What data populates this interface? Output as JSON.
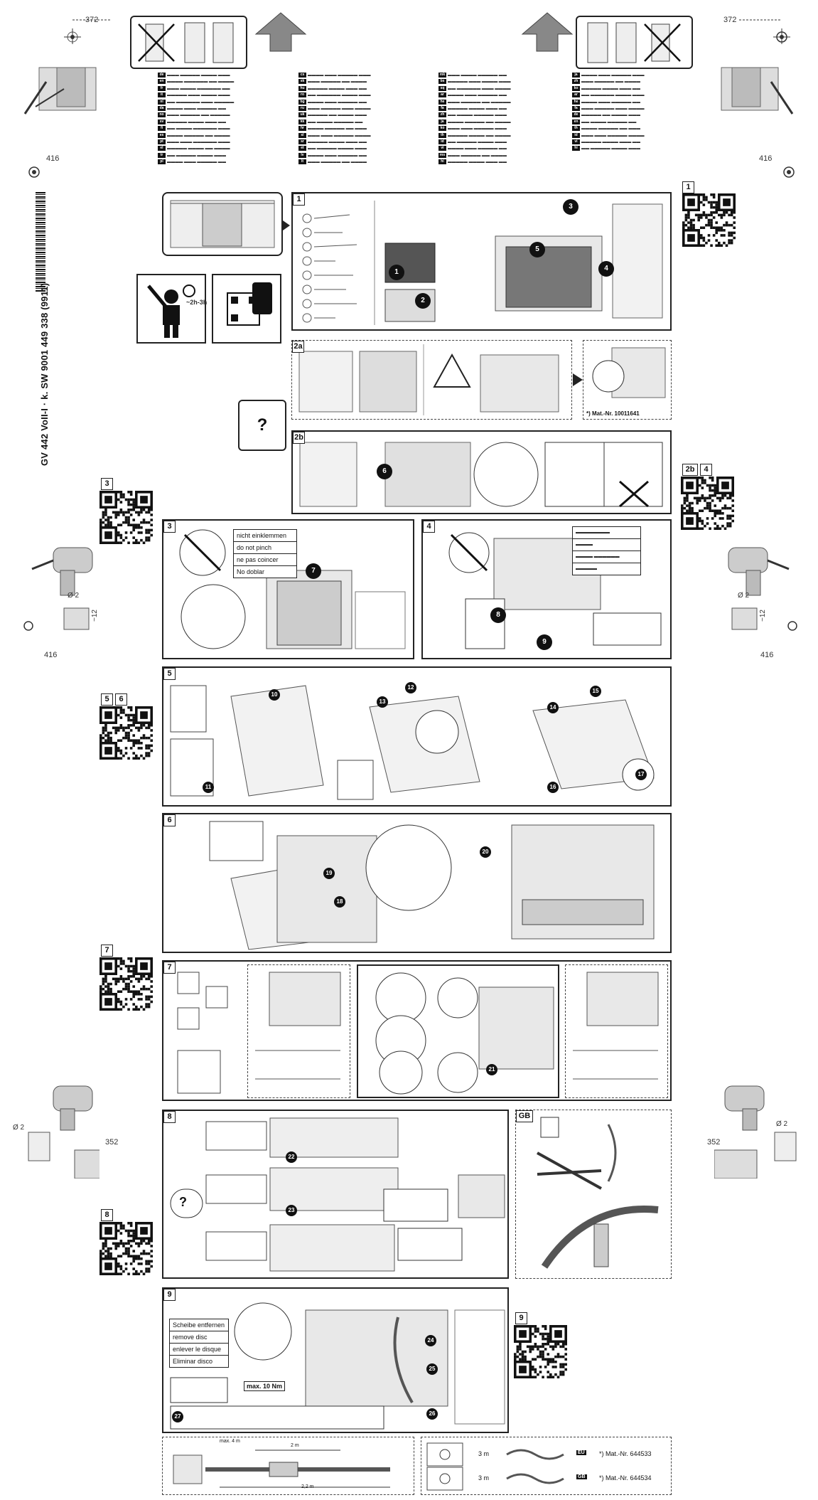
{
  "document": {
    "product_code": "GV 442 VoII-I · k. SW  9001 449 338 (9911)",
    "dimensions": {
      "d372": "372",
      "d416": "416",
      "d352": "352"
    },
    "drill": {
      "diameter": "Ø 2",
      "depth": "~12"
    },
    "time_badge": "~2h-3h",
    "qr_labels": [
      "1",
      "2b",
      "4",
      "3",
      "5",
      "6",
      "7",
      "8",
      "9"
    ],
    "steps": [
      "1",
      "2a",
      "2b",
      "3",
      "4",
      "5",
      "6",
      "7",
      "8",
      "9",
      "GB"
    ],
    "mat_nr_2a": "*) Mat.-Nr. 10011641",
    "step3_notes": [
      "nicht einklemmen",
      "do not pinch",
      "ne pas coincer",
      "No doblar"
    ],
    "step9_notes": [
      "Scheibe entfernen",
      "remove disc",
      "enlever le disque",
      "Eliminar disco"
    ],
    "torque": "max. 10 Nm",
    "accessories": [
      {
        "length": "3 m",
        "code": "EU",
        "mat": "*) Mat.-Nr. 644533"
      },
      {
        "length": "3 m",
        "code": "GB",
        "mat": "*) Mat.-Nr. 644534"
      }
    ],
    "hose_lengths": {
      "a": "max. 4 m",
      "b": "2 m",
      "c": "2,2 m"
    },
    "lang_codes": {
      "col1": [
        "de",
        "en",
        "fr",
        "it",
        "nl",
        "da",
        "no",
        "sv",
        "fi",
        "es",
        "pt",
        "el",
        "tr",
        "pl"
      ],
      "col2": [
        "cs",
        "sk",
        "hu",
        "ro",
        "bg",
        "ru",
        "uk",
        "kk",
        "hr",
        "sl",
        "sr",
        "et",
        "lv",
        "lt"
      ],
      "col3": [
        "mk",
        "bs",
        "sq",
        "ar",
        "he",
        "fa",
        "zh",
        "ja",
        "ko",
        "th",
        "id",
        "vi",
        "ms",
        "hi"
      ],
      "col4": [
        "ja",
        "zh",
        "ko",
        "ar",
        "he",
        "fa",
        "de",
        "en",
        "th",
        "id",
        "vi",
        "hi"
      ]
    }
  }
}
